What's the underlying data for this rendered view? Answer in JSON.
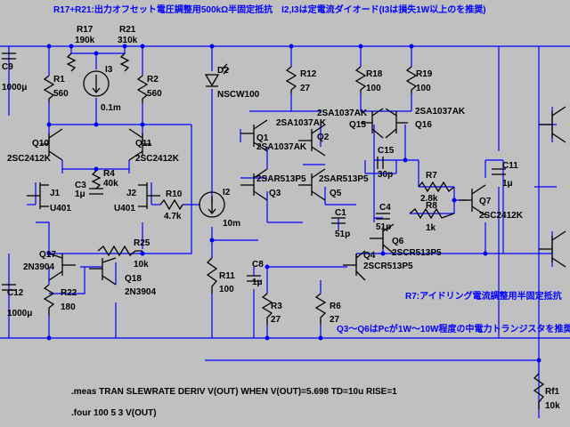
{
  "notes": {
    "top": "R17+R21:出力オフセット電圧調整用500kΩ半固定抵抗　I2,I3は定電流ダイオード(I3は損失1W以上のを推奨)",
    "r7": "R7:アイドリング電流調整用半固定抵抗",
    "q3q6": "Q3～Q6はPcが1W～10W程度の中電力トランジスタを推奨"
  },
  "directives": {
    "meas": ".meas TRAN SLEWRATE DERIV V(OUT) WHEN V(OUT)=5.698 TD=10u RISE=1",
    "four": ".four 100 5 3 V(OUT)"
  },
  "components": {
    "r17": {
      "name": "R17",
      "value": "190k"
    },
    "r21": {
      "name": "R21",
      "value": "310k"
    },
    "c9": {
      "name": "C9",
      "value": "1000μ"
    },
    "r1": {
      "name": "R1",
      "value": "560"
    },
    "i3": {
      "name": "I3",
      "value": "0.1m"
    },
    "r2": {
      "name": "R2",
      "value": "560"
    },
    "d2": {
      "name": "D2",
      "value": "NSCW100"
    },
    "r12": {
      "name": "R12",
      "value": "27"
    },
    "r18": {
      "name": "R18",
      "value": "100"
    },
    "r19": {
      "name": "R19",
      "value": "100"
    },
    "q1": {
      "name": "Q1",
      "value": "2SA1037AK"
    },
    "q1b": {
      "value": "2SA1037AK"
    },
    "q2": {
      "name": "Q2",
      "value": "2SA1037AK"
    },
    "q15": {
      "name": "Q15",
      "value": ""
    },
    "q16": {
      "name": "Q16",
      "value": "2SA1037AK"
    },
    "q10": {
      "name": "Q10",
      "value": "2SC2412K"
    },
    "q11": {
      "name": "Q11",
      "value": "2SC2412K"
    },
    "c15": {
      "name": "C15",
      "value": "30p"
    },
    "c11": {
      "name": "C11",
      "value": "1μ"
    },
    "r4": {
      "name": "R4",
      "value": "40k"
    },
    "c3": {
      "name": "C3",
      "value": "1μ"
    },
    "j1": {
      "name": "J1",
      "value": "U401"
    },
    "j2": {
      "name": "J2",
      "value": "U401"
    },
    "r10": {
      "name": "R10",
      "value": "4.7k"
    },
    "i2": {
      "name": "I2",
      "value": "10m"
    },
    "q3": {
      "name": "Q3",
      "value": "2SAR513P5"
    },
    "q5": {
      "name": "Q5",
      "value": "2SAR513P5"
    },
    "r7": {
      "name": "R7",
      "value": "2.8k"
    },
    "r8": {
      "name": "R8",
      "value": "1k"
    },
    "q7": {
      "name": "Q7",
      "value": "2SC2412K"
    },
    "c1": {
      "name": "C1",
      "value": "51p"
    },
    "c4": {
      "name": "C4",
      "value": "51p"
    },
    "q6": {
      "name": "Q6",
      "value": "2SCR513P5"
    },
    "q4": {
      "name": "Q4",
      "value": "2SCR513P5"
    },
    "q17": {
      "name": "Q17",
      "value": "2N3904"
    },
    "r25": {
      "name": "R25",
      "value": "10k"
    },
    "q18": {
      "name": "Q18",
      "value": "2N3904"
    },
    "c12": {
      "name": "C12",
      "value": "1000μ"
    },
    "r22": {
      "name": "R22",
      "value": "180"
    },
    "r11": {
      "name": "R11",
      "value": "100"
    },
    "c8": {
      "name": "C8",
      "value": "1μ"
    },
    "r3": {
      "name": "R3",
      "value": "27"
    },
    "r6": {
      "name": "R6",
      "value": "27"
    },
    "rf1": {
      "name": "Rf1",
      "value": "10k"
    }
  },
  "colors": {
    "background": "#c0c0c0",
    "wire": "#0000ff",
    "component": "#000000",
    "note": "#0000ff"
  }
}
